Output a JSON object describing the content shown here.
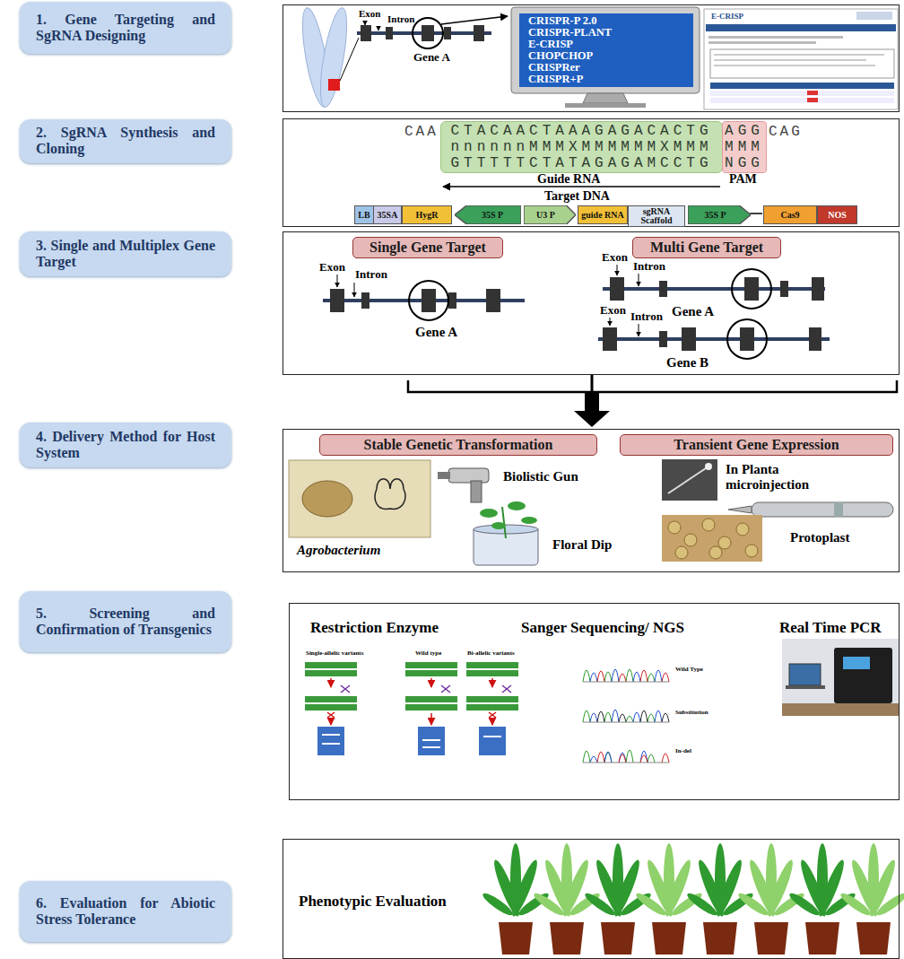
{
  "diagram": {
    "nodes": [
      {
        "text": [
          "1. Gene Targeting and SgRNA Designing"
        ]
      },
      {
        "text": [
          "2. SgRNA Synthesis and Cloning"
        ]
      },
      {
        "text": [
          "3. Single and Multiplex Gene Target"
        ]
      },
      {
        "text": [
          "4. Delivery Method for Host System"
        ]
      },
      {
        "text": [
          "5. Screening and Confirmation of Transgenics"
        ]
      },
      {
        "text": [
          "6. Evaluation for Abiotic Stress Tolerance"
        ]
      },
      {
        "text": [
          "Exon",
          "Intron",
          "Gene A"
        ]
      },
      {
        "text": [
          "CRISPR-P 2.0",
          "CRISPR-PLANT",
          "E-CRISP",
          "CHOPCHOP",
          "CRISPRer",
          "CRISPR+P"
        ],
        "in": 6
      },
      {
        "text": [
          "E-CRISP"
        ],
        "in": 6
      },
      {
        "text": [
          "CAA",
          "CAG",
          "Guide RNA",
          "Target DNA",
          "PAM"
        ]
      },
      {
        "text": [
          "CTACAACTAAAGAGACACTG",
          "nnnnnnMMMXMMMMMMXMMM",
          "GTTTTTCTATAGAGAMCCTG"
        ],
        "in": 9
      },
      {
        "text": [
          "AGG",
          "MMM",
          "NGG"
        ],
        "in": 9
      },
      {
        "text": [
          "LB"
        ],
        "in": 9
      },
      {
        "text": [
          "35SA"
        ],
        "in": 9
      },
      {
        "text": [
          "HygR"
        ],
        "in": 9
      },
      {
        "text": [
          "35S P"
        ],
        "in": 9
      },
      {
        "text": [
          "U3 P"
        ],
        "in": 9
      },
      {
        "text": [
          "guide RNA"
        ],
        "in": 9
      },
      {
        "text": [
          "sgRNA Scaffold"
        ],
        "in": 9
      },
      {
        "text": [
          "35S P"
        ],
        "in": 9
      },
      {
        "text": [
          "Cas9"
        ],
        "in": 9
      },
      {
        "text": [
          "NOS"
        ],
        "in": 9
      },
      {
        "text": [
          "Exon",
          "Intron",
          "Gene A",
          "Exon",
          "Intron",
          "Gene A",
          "Exon",
          "Intron",
          "Gene B"
        ]
      },
      {
        "text": [
          "Single Gene Target"
        ],
        "in": 22
      },
      {
        "text": [
          "Multi Gene Target"
        ],
        "in": 22
      },
      {
        "text": [
          "Agrobacterium",
          "Biolistic Gun",
          "Floral Dip",
          "In Planta microinjection",
          "Protoplast"
        ]
      },
      {
        "text": [
          "Stable Genetic Transformation"
        ],
        "in": 25
      },
      {
        "text": [
          "Transient Gene Expression"
        ],
        "in": 25
      },
      {
        "text": [
          "Restriction Enzyme",
          "Sanger Sequencing/ NGS",
          "Real Time PCR",
          "Single-allelic variants",
          "Wild type",
          "Bi-allelic variants",
          "Wild Type",
          "Substitution",
          "In-del"
        ]
      },
      {
        "text": [
          "Phenotypic Evaluation"
        ]
      }
    ],
    "edges": [
      {
        "from": 22,
        "to": 25,
        "arrow": "to"
      }
    ]
  }
}
